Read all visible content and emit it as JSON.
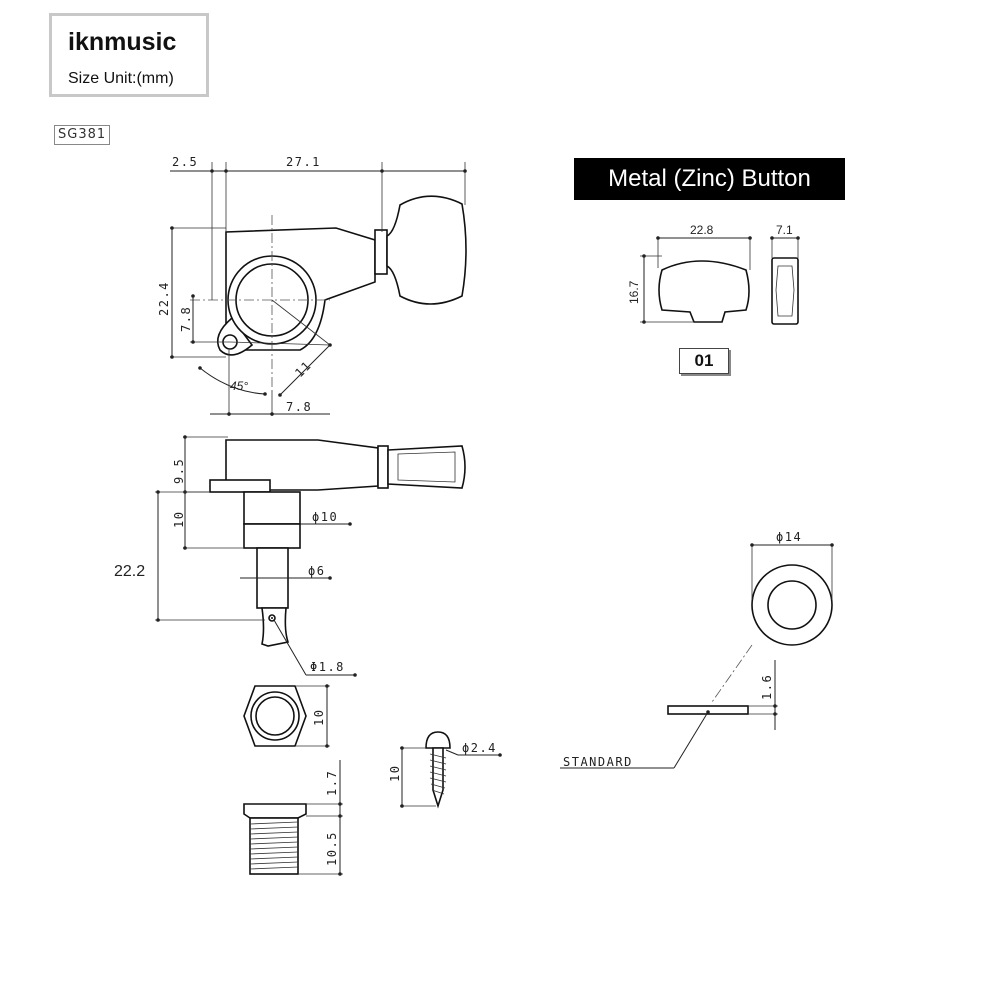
{
  "brand": {
    "name": "iknmusic",
    "unit": "Size Unit:(mm)"
  },
  "model": "SG381",
  "button_title": "Metal (Zinc) Button",
  "button_option": "01",
  "dimensions": {
    "top_offset": "2.5",
    "total_length": "27.1",
    "body_height": "22.4",
    "hole_offset": "7.8",
    "angle": "45°",
    "diag": "11",
    "bottom_offset": "7.8",
    "side_height": "9.5",
    "bushing_height": "10",
    "shaft_length": "22.2",
    "post_diameter": "ϕ10",
    "shaft_diameter": "ϕ6",
    "hole_diameter": "Φ1.8",
    "nut_width": "10",
    "nut_flange": "1.7",
    "nut_thread": "10.5",
    "screw_diameter": "ϕ2.4",
    "screw_length": "10",
    "button_width": "22.8",
    "button_height": "16.7",
    "button_thickness": "7.1",
    "washer_diameter": "ϕ14",
    "washer_thickness": "1.6",
    "washer_label": "STANDARD"
  }
}
